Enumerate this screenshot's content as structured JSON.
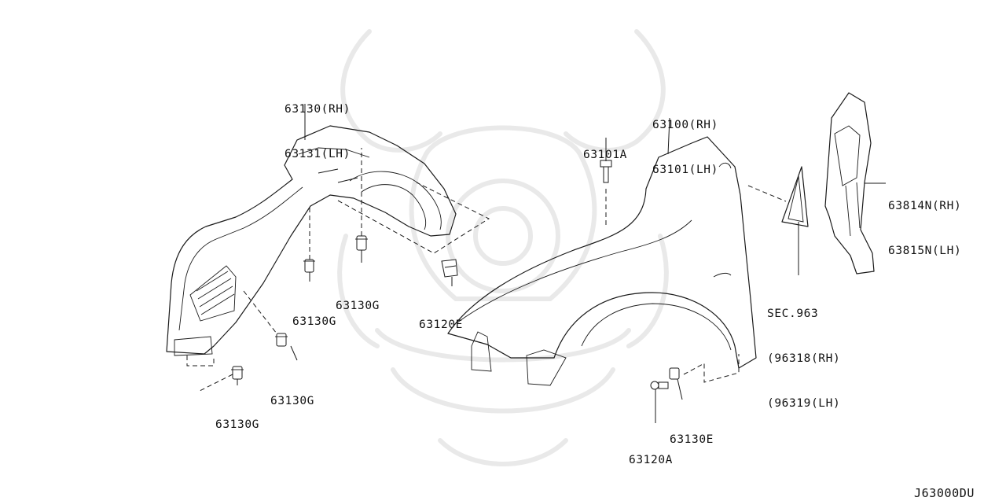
{
  "parts": {
    "splash_shield": {
      "line1": "63130(RH)",
      "line2": "63131(LH)"
    },
    "fender": {
      "line1": "63100(RH)",
      "line2": "63101(LH)"
    },
    "fender_bolt": {
      "line1": "63101A"
    },
    "fender_insulator": {
      "line1": "63814N(RH)",
      "line2": "63815N(LH)"
    },
    "section_ref": {
      "line1": "SEC.963",
      "line2": "(96318(RH)",
      "line3": "(96319(LH)"
    },
    "clip_g_1": {
      "line1": "63130G"
    },
    "clip_g_2": {
      "line1": "63130G"
    },
    "clip_g_3": {
      "line1": "63130G"
    },
    "clip_g_4": {
      "line1": "63130G"
    },
    "bracket_e": {
      "line1": "63120E"
    },
    "bolt_a": {
      "line1": "63120A"
    },
    "clip_e": {
      "line1": "63130E"
    }
  },
  "diagram_code": "J63000DU"
}
